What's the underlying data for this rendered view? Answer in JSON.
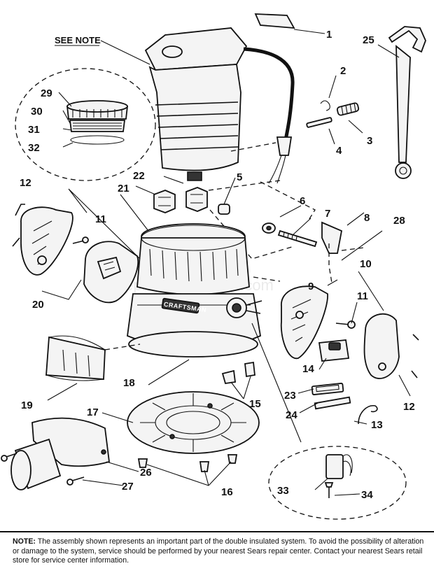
{
  "diagram": {
    "see_note_label": "SEE NOTE",
    "brand_label": "CRAFTSMAN",
    "watermark": "eReplacementParts.com",
    "part_numbers": {
      "p1": "1",
      "p2": "2",
      "p3": "3",
      "p4": "4",
      "p5": "5",
      "p6": "6",
      "p7": "7",
      "p8": "8",
      "p9": "9",
      "p10": "10",
      "p11a": "11",
      "p11b": "11",
      "p12a": "12",
      "p12b": "12",
      "p13": "13",
      "p14": "14",
      "p15": "15",
      "p16": "16",
      "p17": "17",
      "p18": "18",
      "p19": "19",
      "p20": "20",
      "p21": "21",
      "p22": "22",
      "p23": "23",
      "p24": "24",
      "p25": "25",
      "p26": "26",
      "p27": "27",
      "p28": "28",
      "p29": "29",
      "p30": "30",
      "p31": "31",
      "p32": "32",
      "p33": "33",
      "p34": "34"
    }
  },
  "note": {
    "label": "NOTE:",
    "text": "The assembly shown represents an important part of the double insulated system. To avoid the possibility of alteration or damage to the system, service should be performed by your nearest Sears repair center. Contact your nearest Sears retail store for service center information."
  }
}
